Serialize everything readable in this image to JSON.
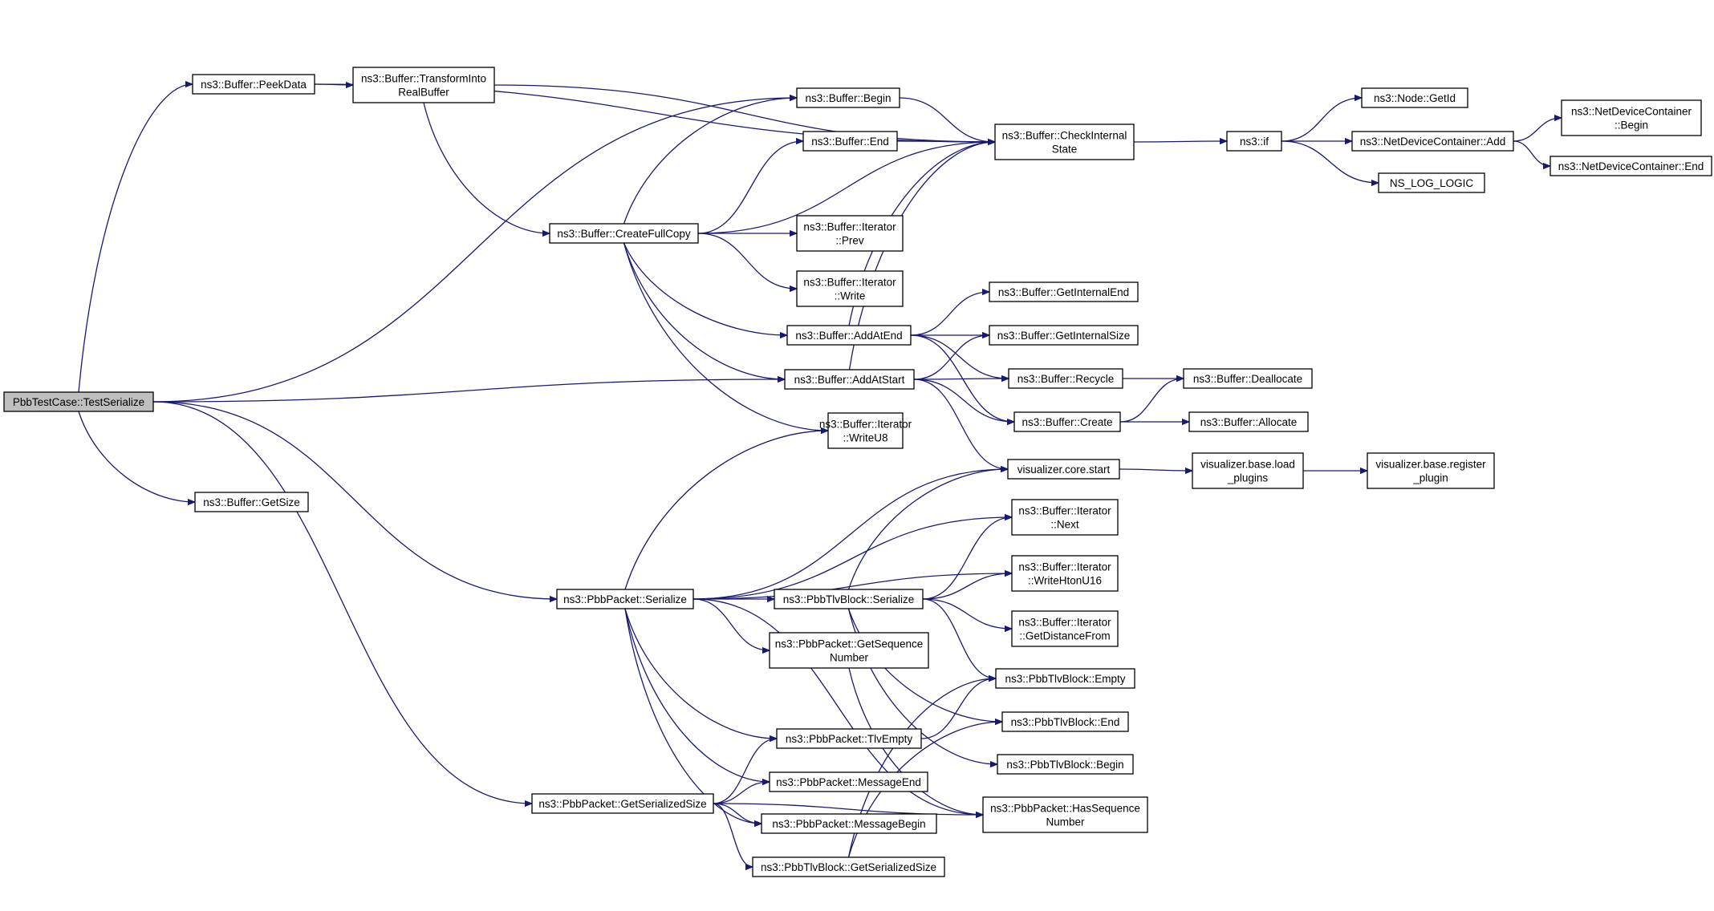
{
  "nodes": [
    {
      "id": "root",
      "lines": [
        "PbbTestCase::TestSerialize"
      ],
      "root": true
    },
    {
      "id": "peekdata",
      "lines": [
        "ns3::Buffer::PeekData"
      ]
    },
    {
      "id": "transform",
      "lines": [
        "ns3::Buffer::TransformInto",
        "RealBuffer"
      ]
    },
    {
      "id": "getsize",
      "lines": [
        "ns3::Buffer::GetSize"
      ]
    },
    {
      "id": "createfullcopy",
      "lines": [
        "ns3::Buffer::CreateFullCopy"
      ]
    },
    {
      "id": "begin",
      "lines": [
        "ns3::Buffer::Begin"
      ]
    },
    {
      "id": "end",
      "lines": [
        "ns3::Buffer::End"
      ]
    },
    {
      "id": "checkinternal",
      "lines": [
        "ns3::Buffer::CheckInternal",
        "State"
      ]
    },
    {
      "id": "nsif",
      "lines": [
        "ns3::if"
      ]
    },
    {
      "id": "nodegetid",
      "lines": [
        "ns3::Node::GetId"
      ]
    },
    {
      "id": "ndcadd",
      "lines": [
        "ns3::NetDeviceContainer::Add"
      ]
    },
    {
      "id": "ndcbegin",
      "lines": [
        "ns3::NetDeviceContainer",
        "::Begin"
      ]
    },
    {
      "id": "ndcend",
      "lines": [
        "ns3::NetDeviceContainer::End"
      ]
    },
    {
      "id": "nslog",
      "lines": [
        "NS_LOG_LOGIC"
      ]
    },
    {
      "id": "iterprev",
      "lines": [
        "ns3::Buffer::Iterator",
        "::Prev"
      ]
    },
    {
      "id": "iterwrite",
      "lines": [
        "ns3::Buffer::Iterator",
        "::Write"
      ]
    },
    {
      "id": "addatend",
      "lines": [
        "ns3::Buffer::AddAtEnd"
      ]
    },
    {
      "id": "addatstart",
      "lines": [
        "ns3::Buffer::AddAtStart"
      ]
    },
    {
      "id": "getinternalend",
      "lines": [
        "ns3::Buffer::GetInternalEnd"
      ]
    },
    {
      "id": "getinternalsize",
      "lines": [
        "ns3::Buffer::GetInternalSize"
      ]
    },
    {
      "id": "recycle",
      "lines": [
        "ns3::Buffer::Recycle"
      ]
    },
    {
      "id": "deallocate",
      "lines": [
        "ns3::Buffer::Deallocate"
      ]
    },
    {
      "id": "create",
      "lines": [
        "ns3::Buffer::Create"
      ]
    },
    {
      "id": "allocate",
      "lines": [
        "ns3::Buffer::Allocate"
      ]
    },
    {
      "id": "writeu8",
      "lines": [
        "ns3::Buffer::Iterator",
        "::WriteU8"
      ]
    },
    {
      "id": "vizstart",
      "lines": [
        "visualizer.core.start"
      ]
    },
    {
      "id": "vizload",
      "lines": [
        "visualizer.base.load",
        "_plugins"
      ]
    },
    {
      "id": "vizreg",
      "lines": [
        "visualizer.base.register",
        "_plugin"
      ]
    },
    {
      "id": "iternext",
      "lines": [
        "ns3::Buffer::Iterator",
        "::Next"
      ]
    },
    {
      "id": "iterwritehton",
      "lines": [
        "ns3::Buffer::Iterator",
        "::WriteHtonU16"
      ]
    },
    {
      "id": "pbbserialize",
      "lines": [
        "ns3::PbbPacket::Serialize"
      ]
    },
    {
      "id": "tlvserialize",
      "lines": [
        "ns3::PbbTlvBlock::Serialize"
      ]
    },
    {
      "id": "iterdist",
      "lines": [
        "ns3::Buffer::Iterator",
        "::GetDistanceFrom"
      ]
    },
    {
      "id": "getseq",
      "lines": [
        "ns3::PbbPacket::GetSequence",
        "Number"
      ]
    },
    {
      "id": "tlvempty",
      "lines": [
        "ns3::PbbTlvBlock::Empty"
      ]
    },
    {
      "id": "tlvend",
      "lines": [
        "ns3::PbbTlvBlock::End"
      ]
    },
    {
      "id": "pkttlvempty",
      "lines": [
        "ns3::PbbPacket::TlvEmpty"
      ]
    },
    {
      "id": "tlvbegin",
      "lines": [
        "ns3::PbbTlvBlock::Begin"
      ]
    },
    {
      "id": "msgend",
      "lines": [
        "ns3::PbbPacket::MessageEnd"
      ]
    },
    {
      "id": "hasseq",
      "lines": [
        "ns3::PbbPacket::HasSequence",
        "Number"
      ]
    },
    {
      "id": "pktgetsersize",
      "lines": [
        "ns3::PbbPacket::GetSerializedSize"
      ]
    },
    {
      "id": "msgbegin",
      "lines": [
        "ns3::PbbPacket::MessageBegin"
      ]
    },
    {
      "id": "tlvgetsersize",
      "lines": [
        "ns3::PbbTlvBlock::GetSerializedSize"
      ]
    }
  ],
  "edges": [
    [
      "root",
      "peekdata"
    ],
    [
      "root",
      "begin"
    ],
    [
      "root",
      "addatstart"
    ],
    [
      "root",
      "getsize"
    ],
    [
      "root",
      "pbbserialize"
    ],
    [
      "root",
      "pktgetsersize"
    ],
    [
      "peekdata",
      "transform"
    ],
    [
      "peekdata",
      "checkinternal"
    ],
    [
      "transform",
      "checkinternal"
    ],
    [
      "transform",
      "createfullcopy"
    ],
    [
      "createfullcopy",
      "begin"
    ],
    [
      "createfullcopy",
      "end"
    ],
    [
      "createfullcopy",
      "checkinternal"
    ],
    [
      "createfullcopy",
      "iterprev"
    ],
    [
      "createfullcopy",
      "iterwrite"
    ],
    [
      "createfullcopy",
      "addatend"
    ],
    [
      "createfullcopy",
      "addatstart"
    ],
    [
      "createfullcopy",
      "writeu8"
    ],
    [
      "begin",
      "checkinternal"
    ],
    [
      "end",
      "checkinternal"
    ],
    [
      "checkinternal",
      "nsif"
    ],
    [
      "nsif",
      "nodegetid"
    ],
    [
      "nsif",
      "ndcadd"
    ],
    [
      "nsif",
      "nslog"
    ],
    [
      "ndcadd",
      "ndcbegin"
    ],
    [
      "ndcadd",
      "ndcend"
    ],
    [
      "addatend",
      "checkinternal"
    ],
    [
      "addatend",
      "getinternalend"
    ],
    [
      "addatend",
      "getinternalsize"
    ],
    [
      "addatend",
      "recycle"
    ],
    [
      "addatend",
      "create"
    ],
    [
      "addatstart",
      "checkinternal"
    ],
    [
      "addatstart",
      "getinternalsize"
    ],
    [
      "addatstart",
      "recycle"
    ],
    [
      "addatstart",
      "create"
    ],
    [
      "addatstart",
      "vizstart"
    ],
    [
      "recycle",
      "deallocate"
    ],
    [
      "create",
      "deallocate"
    ],
    [
      "create",
      "allocate"
    ],
    [
      "vizstart",
      "vizload"
    ],
    [
      "vizload",
      "vizreg"
    ],
    [
      "pbbserialize",
      "writeu8"
    ],
    [
      "pbbserialize",
      "vizstart"
    ],
    [
      "pbbserialize",
      "iternext"
    ],
    [
      "pbbserialize",
      "iterwritehton"
    ],
    [
      "pbbserialize",
      "tlvserialize"
    ],
    [
      "pbbserialize",
      "getseq"
    ],
    [
      "pbbserialize",
      "hasseq"
    ],
    [
      "pbbserialize",
      "pkttlvempty"
    ],
    [
      "pbbserialize",
      "msgend"
    ],
    [
      "pbbserialize",
      "msgbegin"
    ],
    [
      "tlvserialize",
      "vizstart"
    ],
    [
      "tlvserialize",
      "iternext"
    ],
    [
      "tlvserialize",
      "iterwritehton"
    ],
    [
      "tlvserialize",
      "iterdist"
    ],
    [
      "tlvserialize",
      "tlvempty"
    ],
    [
      "tlvserialize",
      "tlvend"
    ],
    [
      "tlvserialize",
      "tlvbegin"
    ],
    [
      "getseq",
      "hasseq"
    ],
    [
      "pkttlvempty",
      "tlvempty"
    ],
    [
      "pktgetsersize",
      "pkttlvempty"
    ],
    [
      "pktgetsersize",
      "msgend"
    ],
    [
      "pktgetsersize",
      "msgbegin"
    ],
    [
      "pktgetsersize",
      "tlvgetsersize"
    ],
    [
      "pktgetsersize",
      "hasseq"
    ],
    [
      "tlvgetsersize",
      "tlvend"
    ],
    [
      "tlvgetsersize",
      "tlvempty"
    ]
  ],
  "colors": {
    "edge": "#191970",
    "root_fill": "#bfbfbf",
    "node_fill": "#ffffff"
  }
}
